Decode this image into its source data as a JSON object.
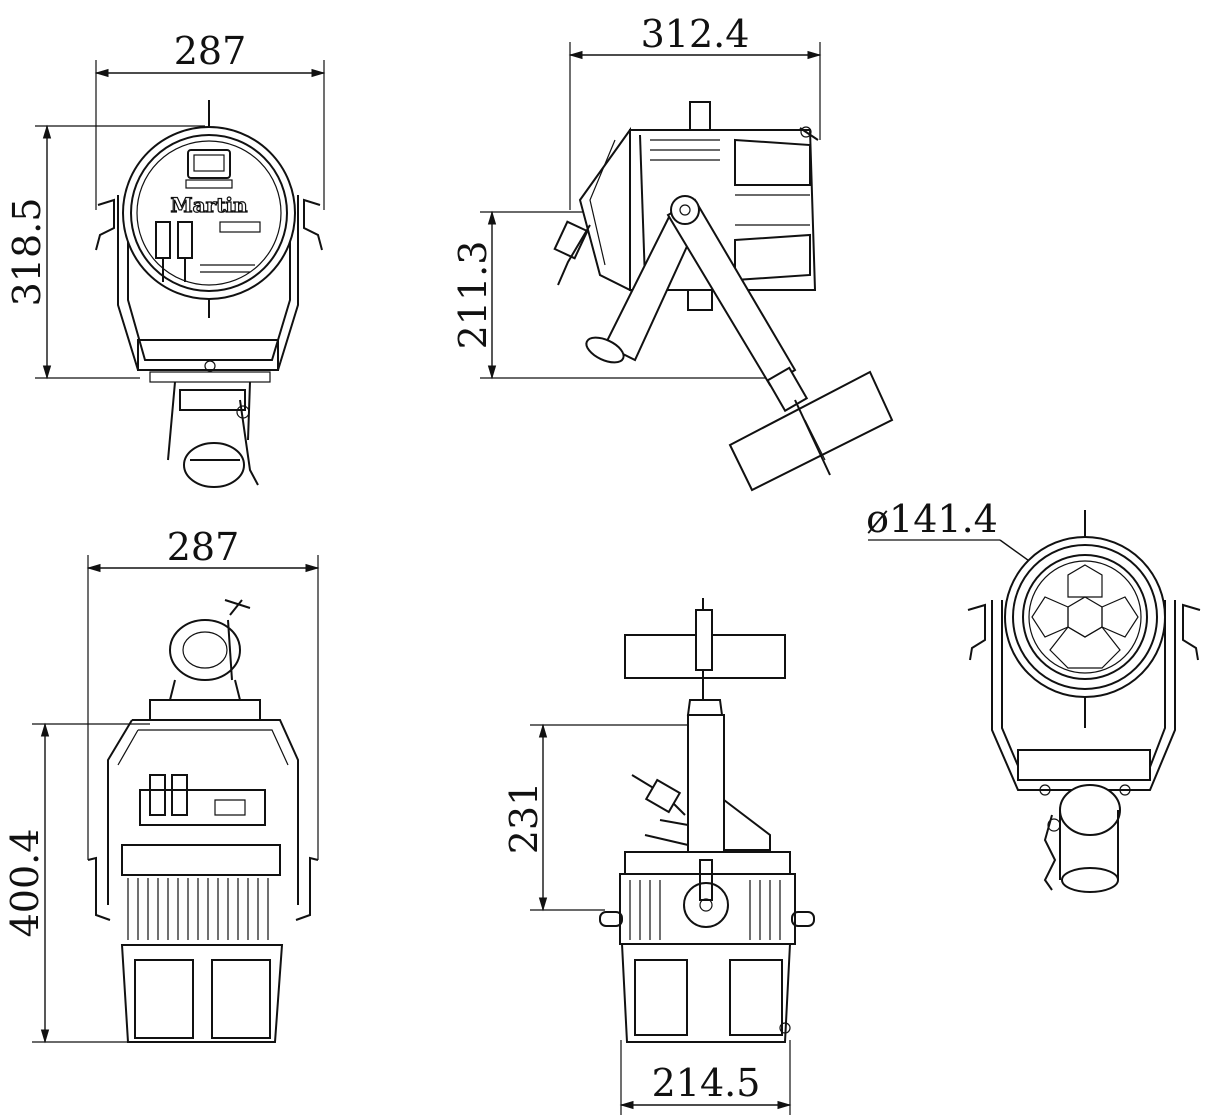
{
  "brand": "Martin",
  "dimensions": {
    "front_width": "287",
    "front_height": "318.5",
    "side_width": "312.4",
    "side_height": "211.3",
    "back_width": "287",
    "back_height": "400.4",
    "top_height": "231",
    "top_width": "214.5",
    "lens_diameter": "ø141.4"
  }
}
